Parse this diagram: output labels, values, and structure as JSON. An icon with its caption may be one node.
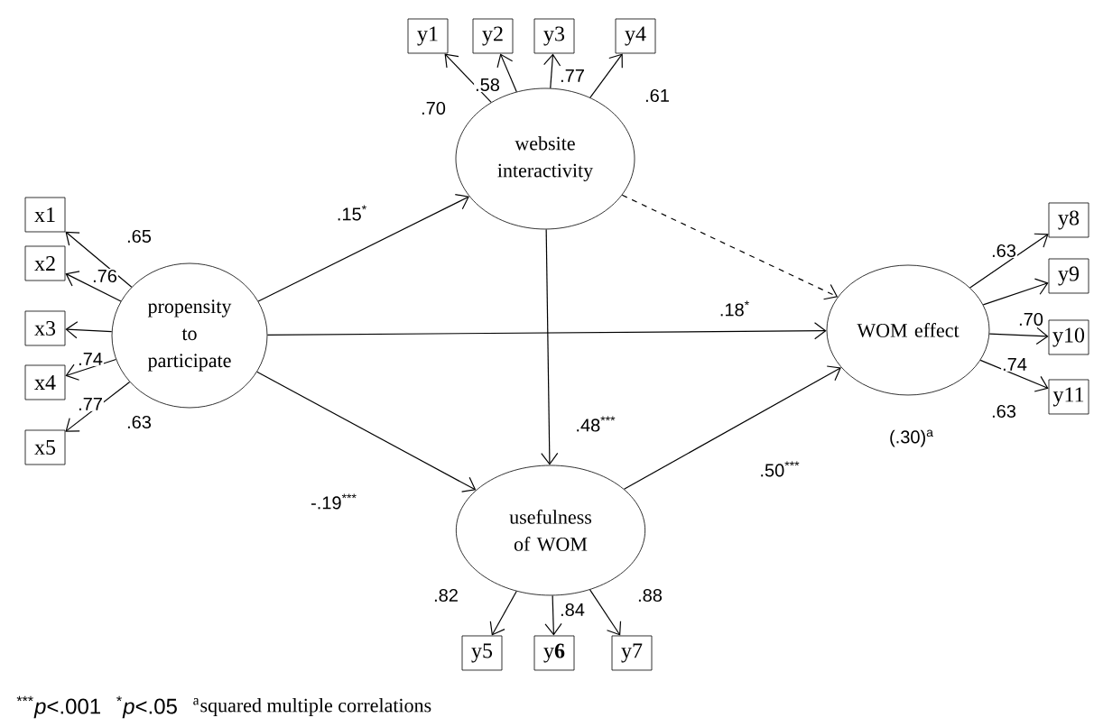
{
  "diagram": {
    "nodes": [
      {
        "text": [
          "propensity to participate"
        ]
      },
      {
        "text": [
          "website interactivity"
        ]
      },
      {
        "text": [
          "WOM effect"
        ],
        "beside": [
          "(.30)$^{a}$"
        ]
      },
      {
        "text": [
          "usefulness of WOM"
        ]
      },
      {
        "text": [
          "x1"
        ]
      },
      {
        "text": [
          "x2"
        ]
      },
      {
        "text": [
          "x3"
        ]
      },
      {
        "text": [
          "x4"
        ]
      },
      {
        "text": [
          "x5"
        ]
      },
      {
        "text": [
          "y1"
        ]
      },
      {
        "text": [
          "y2"
        ]
      },
      {
        "text": [
          "y3"
        ]
      },
      {
        "text": [
          "y4"
        ]
      },
      {
        "text": [
          "y8"
        ]
      },
      {
        "text": [
          "y9"
        ]
      },
      {
        "text": [
          "y10"
        ]
      },
      {
        "text": [
          "y11"
        ]
      },
      {
        "text": [
          "y5"
        ]
      },
      {
        "text": [
          "y**6**"
        ]
      },
      {
        "text": [
          "y7"
        ]
      }
    ],
    "edges": [
      {
        "from": 0,
        "to": 1,
        "arrow": "to",
        "label": ".15$^{*}$"
      },
      {
        "from": 0,
        "to": 2,
        "arrow": "to",
        "label": ".18$^{*}$"
      },
      {
        "from": 0,
        "to": 3,
        "arrow": "to",
        "label": "-.19$^{***}$"
      },
      {
        "from": 1,
        "to": 3,
        "arrow": "to",
        "label": ".48$^{***}$"
      },
      {
        "from": 3,
        "to": 2,
        "arrow": "to",
        "label": ".50$^{***}$"
      },
      {
        "from": 1,
        "to": 2,
        "arrow": "to",
        "style": "dashed"
      },
      {
        "from": 0,
        "to": 4,
        "arrow": "to",
        "label": ".65"
      },
      {
        "from": 0,
        "to": 5,
        "arrow": "to",
        "label": ".76"
      },
      {
        "from": 0,
        "to": 6,
        "arrow": "to",
        "label": ".74"
      },
      {
        "from": 0,
        "to": 7,
        "arrow": "to",
        "label": ".77"
      },
      {
        "from": 0,
        "to": 8,
        "arrow": "to",
        "label": ".63"
      },
      {
        "from": 1,
        "to": 9,
        "arrow": "to",
        "label": ".70"
      },
      {
        "from": 1,
        "to": 10,
        "arrow": "to",
        "label": ".58"
      },
      {
        "from": 1,
        "to": 11,
        "arrow": "to",
        "label": ".77"
      },
      {
        "from": 1,
        "to": 12,
        "arrow": "to",
        "label": ".61"
      },
      {
        "from": 2,
        "to": 13,
        "arrow": "to",
        "label": ".63"
      },
      {
        "from": 2,
        "to": 14,
        "arrow": "to",
        "label": ".70"
      },
      {
        "from": 2,
        "to": 15,
        "arrow": "to",
        "label": ".74"
      },
      {
        "from": 2,
        "to": 16,
        "arrow": "to",
        "label": ".63"
      },
      {
        "from": 3,
        "to": 17,
        "arrow": "to",
        "label": ".82"
      },
      {
        "from": 3,
        "to": 18,
        "arrow": "to",
        "label": ".84"
      },
      {
        "from": 3,
        "to": 19,
        "arrow": "to",
        "label": ".88"
      }
    ],
    "labels": [
      "$^{***}$*p*<.001",
      "$^{*}$*p*<.05",
      "$^{a}$squared multiple correlations"
    ]
  }
}
